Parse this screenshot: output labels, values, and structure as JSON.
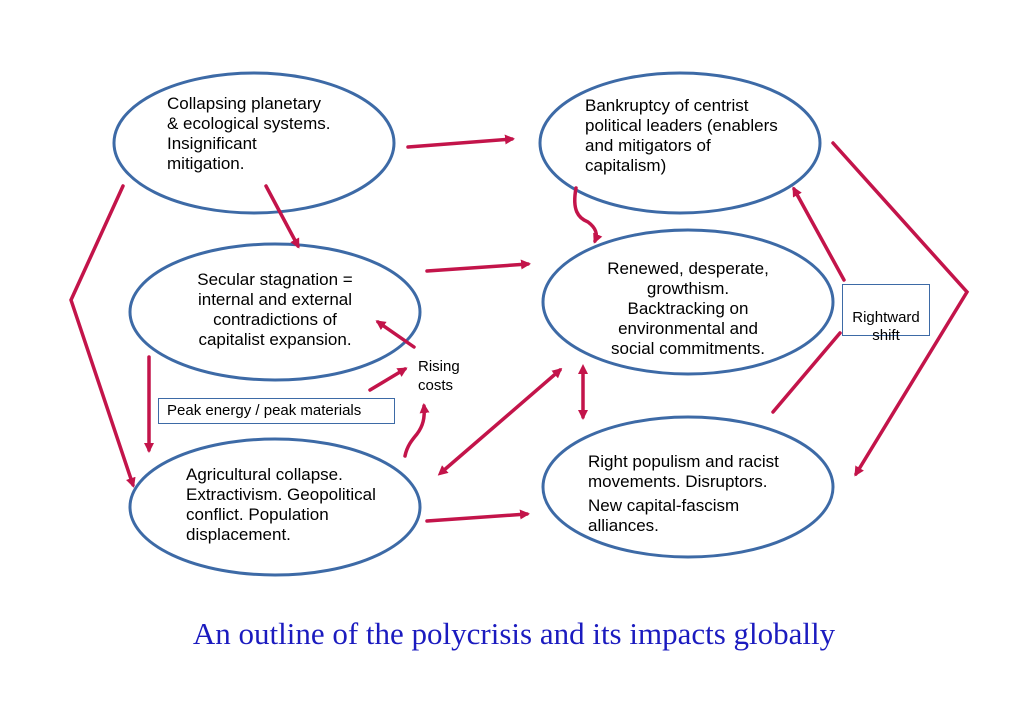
{
  "nodes": {
    "collapsing_systems": "Collapsing planetary\n& ecological systems.\nInsignificant\nmitigation.",
    "bankruptcy_centrist": "Bankruptcy of centrist\npolitical leaders (enablers\nand mitigators of\ncapitalism)",
    "secular_stagnation": "Secular stagnation =\ninternal and external\ncontradictions of\ncapitalist expansion.",
    "renewed_growthism": "Renewed, desperate,\ngrowthism.\nBacktracking on\nenvironmental and\nsocial commitments.",
    "agricultural_collapse": "Agricultural collapse.\nExtractivism. Geopolitical\nconflict.  Population\ndisplacement.",
    "right_populism_line1": "Right populism and racist\nmovements. Disruptors.",
    "right_populism_line2": "New capital-fascism\nalliances."
  },
  "labels": {
    "rising_costs": "Rising\ncosts",
    "peak_energy": "Peak energy / peak materials",
    "rightward_shift": "Rightward\nshift"
  },
  "caption": "An outline of the polycrisis and its impacts globally",
  "colors": {
    "ellipse_stroke": "#3d6aa6",
    "arrow": "#c3144a",
    "caption": "#1b1bbf"
  }
}
